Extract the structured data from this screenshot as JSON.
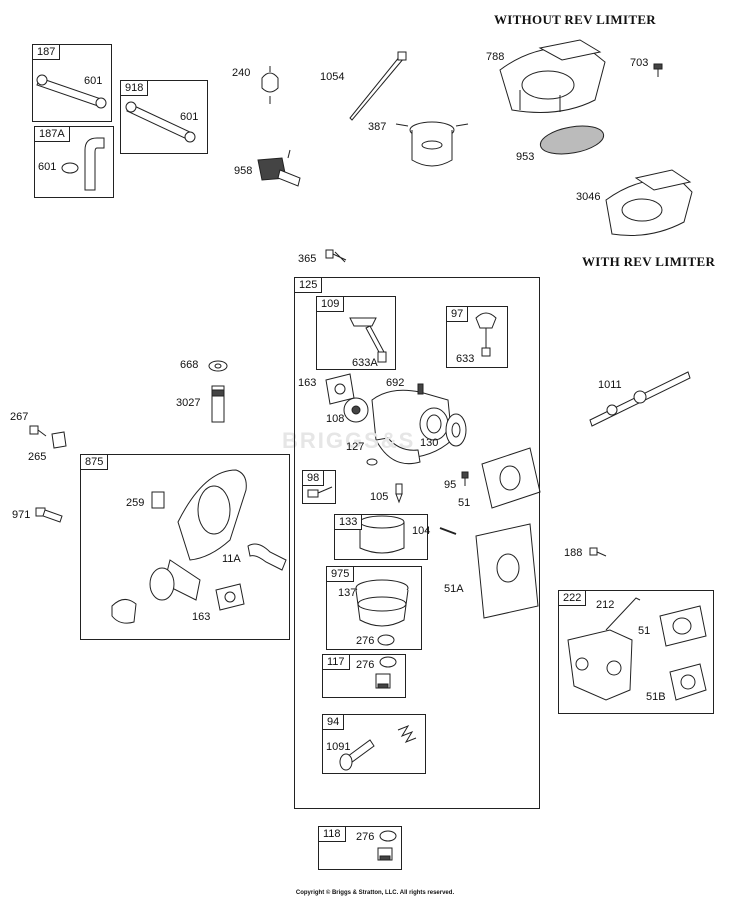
{
  "headings": {
    "without_rev_limiter": "WITHOUT REV LIMITER",
    "with_rev_limiter": "WITH REV LIMITER"
  },
  "watermark": "BRIGGS&S",
  "copyright": "Copyright © Briggs & Stratton, LLC. All rights reserved.",
  "boxes": {
    "b187": "187",
    "b918": "918",
    "b187a": "187A",
    "b125": "125",
    "b109": "109",
    "b97": "97",
    "b875": "875",
    "b98": "98",
    "b133": "133",
    "b975": "975",
    "b117": "117",
    "b94": "94",
    "b118": "118",
    "b222": "222"
  },
  "parts": {
    "p601a": "601",
    "p601b": "601",
    "p601c": "601",
    "p240": "240",
    "p1054": "1054",
    "p788": "788",
    "p703": "703",
    "p387": "387",
    "p958": "958",
    "p953": "953",
    "p3046": "3046",
    "p365": "365",
    "p633a": "633A",
    "p633": "633",
    "p668": "668",
    "p3027": "3027",
    "p163a": "163",
    "p692": "692",
    "p108": "108",
    "p1011": "1011",
    "p267": "267",
    "p265": "265",
    "p127": "127",
    "p130": "130",
    "p95": "95",
    "p105": "105",
    "p51a": "51",
    "p971": "971",
    "p259": "259",
    "p104": "104",
    "p188": "188",
    "p11a": "11A",
    "p137": "137",
    "p51A": "51A",
    "p163b": "163",
    "p276a": "276",
    "p276b": "276",
    "p212": "212",
    "p51b": "51",
    "p51B": "51B",
    "p1091": "1091",
    "p276c": "276"
  }
}
